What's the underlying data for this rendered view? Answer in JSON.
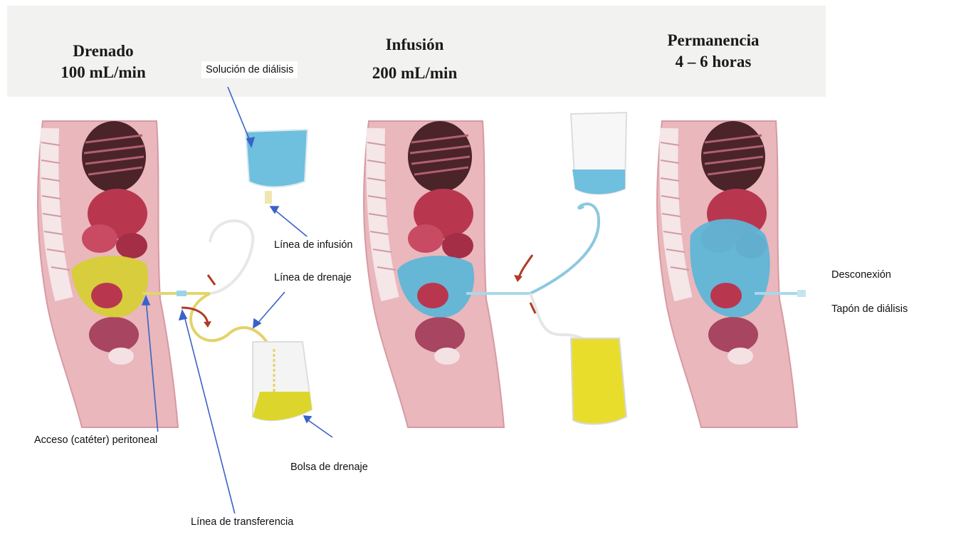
{
  "headings": {
    "drain": {
      "line1": "Drenado",
      "line2": "100 mL/min"
    },
    "infusion": {
      "line1": "Infusión",
      "line2": "200 mL/min"
    },
    "dwell": {
      "line1": "Permanencia",
      "line2": "4 – 6 horas"
    }
  },
  "labels": {
    "solution": "Solución de diálisis",
    "infusion_line": "Línea de infusión",
    "drain_line": "Línea de drenaje",
    "catheter": "Acceso (catéter) peritoneal",
    "drain_bag": "Bolsa de drenaje",
    "transfer_line": "Línea de transferencia",
    "disconnection": "Desconexión",
    "cap": "Tapón de diálisis"
  },
  "colors": {
    "skin": "#e8b4b8",
    "dialysate_blue": "#6fc0dc",
    "effluent_yellow": "#e6d836",
    "arrow_blue": "#3a62c9",
    "flow_arrow": "#b03a24"
  }
}
